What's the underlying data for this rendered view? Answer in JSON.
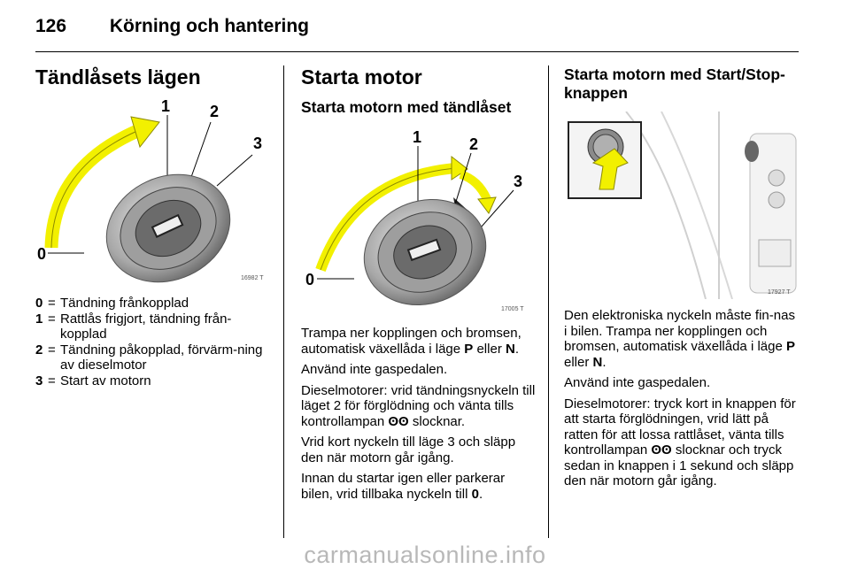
{
  "header": {
    "page_number": "126",
    "title": "Körning och hantering"
  },
  "col1": {
    "heading": "Tändlåsets lägen",
    "figure": {
      "labels": [
        "1",
        "2",
        "3",
        "0"
      ],
      "code": "16982 T"
    },
    "legend": [
      {
        "key": "0",
        "sep": "=",
        "text": "Tändning frånkopplad"
      },
      {
        "key": "1",
        "sep": "=",
        "text": "Rattlås frigjort, tändning från-kopplad"
      },
      {
        "key": "2",
        "sep": "=",
        "text": "Tändning påkopplad, förvärm-ning av dieselmotor"
      },
      {
        "key": "3",
        "sep": "=",
        "text": "Start av motorn"
      }
    ]
  },
  "col2": {
    "heading": "Starta motor",
    "subheading": "Starta motorn med tändlåset",
    "figure": {
      "labels": [
        "1",
        "2",
        "3",
        "0"
      ],
      "code": "17005 T"
    },
    "p1": {
      "a": "Trampa ner kopplingen och bromsen, automatisk växellåda i läge ",
      "b": "P",
      "c": " eller ",
      "d": "N",
      "e": "."
    },
    "p2": "Använd inte gaspedalen.",
    "p3": {
      "a": "Dieselmotorer: vrid tändningsnyckeln till läget 2 för förglödning och vänta tills kontrollampan ",
      "glyph": "ʘʘ",
      "b": " slocknar."
    },
    "p4": "Vrid kort nyckeln till läge 3 och släpp den när motorn går igång.",
    "p5": {
      "a": "Innan du startar igen eller parkerar bilen, vrid tillbaka nyckeln till ",
      "b": "0",
      "c": "."
    }
  },
  "col3": {
    "heading": "Starta motorn med Start/Stop-knappen",
    "figure": {
      "code": "17927 T"
    },
    "p1": {
      "a": "Den elektroniska nyckeln måste fin-nas i bilen. Trampa ner kopplingen och bromsen, automatisk växellåda i läge ",
      "b": "P",
      "c": " eller ",
      "d": "N",
      "e": "."
    },
    "p2": "Använd inte gaspedalen.",
    "p3": {
      "a": "Dieselmotorer: tryck kort in knappen för att starta förglödningen, vrid lätt på ratten för att lossa rattlåset, vänta tills kontrollampan ",
      "glyph": "ʘʘ",
      "b": " slocknar och tryck sedan in knappen i 1 sekund och släpp den när motorn går igång."
    }
  },
  "watermark": "carmanualsonline.info"
}
